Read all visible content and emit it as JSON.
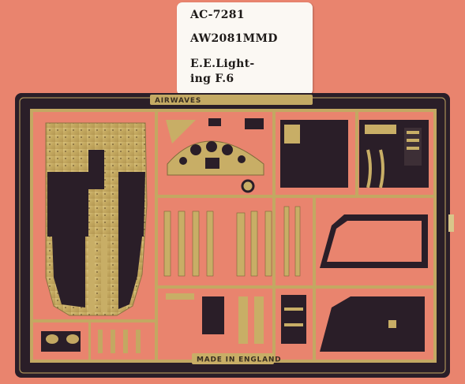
{
  "label": {
    "product_code": "AC-7281",
    "set_code": "AW2081MMD",
    "subject_line1": "E.E.Light-",
    "subject_line2": "ing F.6"
  },
  "fret": {
    "origin_text": "MADE IN ENGLAND",
    "top_engraving": "AIRWAVES"
  },
  "colors": {
    "background": "#e9846e",
    "fret_border": "#2a1e28",
    "brass": "#c8b06a",
    "card": "#fbf8f3"
  }
}
